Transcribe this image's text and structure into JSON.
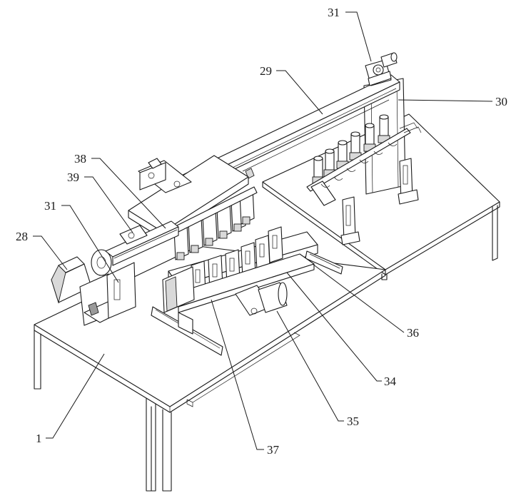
{
  "callouts": [
    {
      "id": "c31a",
      "text": "31"
    },
    {
      "id": "c29",
      "text": "29"
    },
    {
      "id": "c30",
      "text": "30"
    },
    {
      "id": "c38",
      "text": "38"
    },
    {
      "id": "c39",
      "text": "39"
    },
    {
      "id": "c31b",
      "text": "31"
    },
    {
      "id": "c28",
      "text": "28"
    },
    {
      "id": "c36",
      "text": "36"
    },
    {
      "id": "c34",
      "text": "34"
    },
    {
      "id": "c35",
      "text": "35"
    },
    {
      "id": "c1",
      "text": "1"
    },
    {
      "id": "c37",
      "text": "37"
    }
  ]
}
